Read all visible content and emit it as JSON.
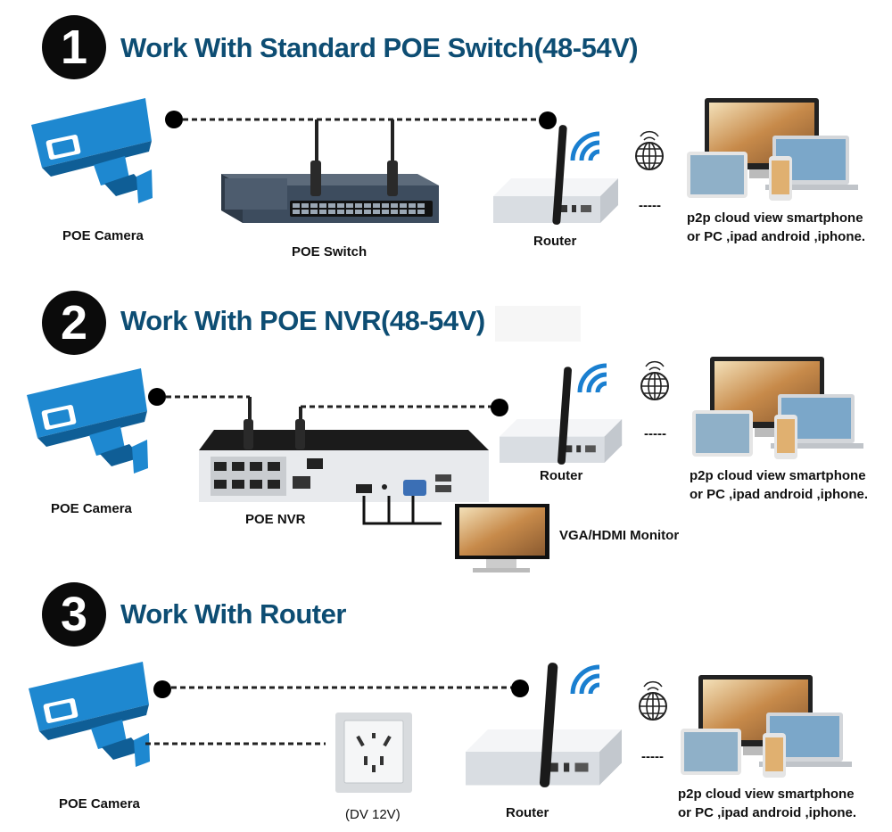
{
  "sections": [
    {
      "number": "1",
      "title": "Work With Standard POE Switch(48-54V)",
      "camera_label": "POE Camera",
      "device_label": "POE Switch",
      "router_label": "Router",
      "dashes": "-----",
      "cloud_line1": "p2p cloud view smartphone",
      "cloud_line2": "or PC ,ipad android ,iphone."
    },
    {
      "number": "2",
      "title": "Work With POE NVR(48-54V)",
      "camera_label": "POE Camera",
      "device_label": "POE NVR",
      "router_label": "Router",
      "monitor_label": "VGA/HDMI Monitor",
      "dashes": "-----",
      "cloud_line1": "p2p cloud view smartphone",
      "cloud_line2": "or PC ,ipad android ,iphone."
    },
    {
      "number": "3",
      "title": "Work With Router",
      "camera_label": "POE Camera",
      "device_label": "(DV 12V)",
      "router_label": "Router",
      "dashes": "-----",
      "cloud_line1": "p2p cloud view smartphone",
      "cloud_line2": "or PC ,ipad android ,iphone."
    }
  ],
  "colors": {
    "heading": "#0d4d73",
    "camera": "#1e88d0",
    "wifi": "#1a7fd0",
    "switch": "#3d4c5e",
    "router": "#e9ebee"
  }
}
